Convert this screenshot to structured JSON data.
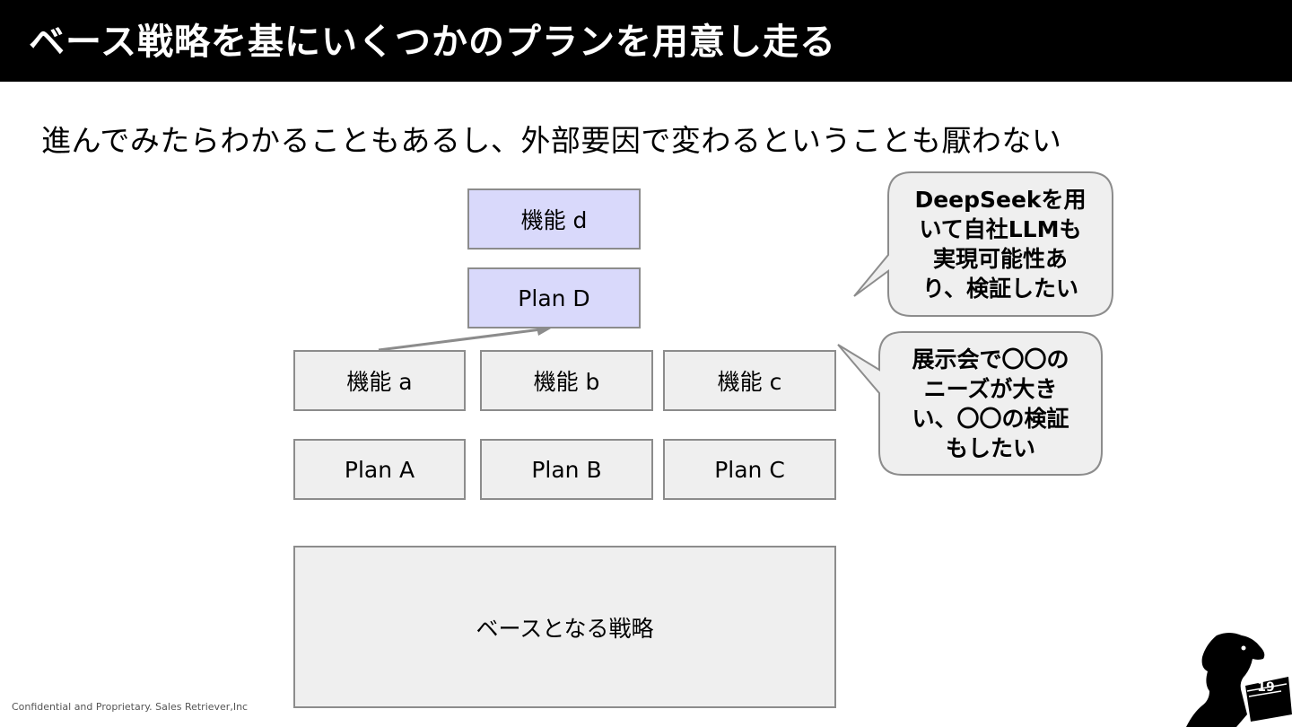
{
  "slide": {
    "title": "ベース戦略を基にいくつかのプランを用意し走る",
    "subtitle": "進んでみたらわかることもあるし、外部要因で変わるということも厭わない"
  },
  "diagram": {
    "boxes": {
      "feature_d": "機能 d",
      "plan_d": "Plan D",
      "feature_a": "機能 a",
      "feature_b": "機能 b",
      "feature_c": "機能 c",
      "plan_a": "Plan A",
      "plan_b": "Plan B",
      "plan_c": "Plan C",
      "base": "ベースとなる戦略"
    },
    "callouts": {
      "top": [
        "DeepSeekを用",
        "いて自社LLMも",
        "実現可能性あ",
        "り、検証したい"
      ],
      "bottom": [
        "展示会で〇〇の",
        "ニーズが大き",
        "い、〇〇の検証",
        "もしたい"
      ]
    },
    "colors": {
      "box_fill": "#efefef",
      "highlight_fill": "#d9d9fb",
      "border": "#8c8c8c"
    }
  },
  "footer": {
    "text": "Confidential and Proprietary. Sales Retriever,Inc",
    "page_number": "19"
  }
}
